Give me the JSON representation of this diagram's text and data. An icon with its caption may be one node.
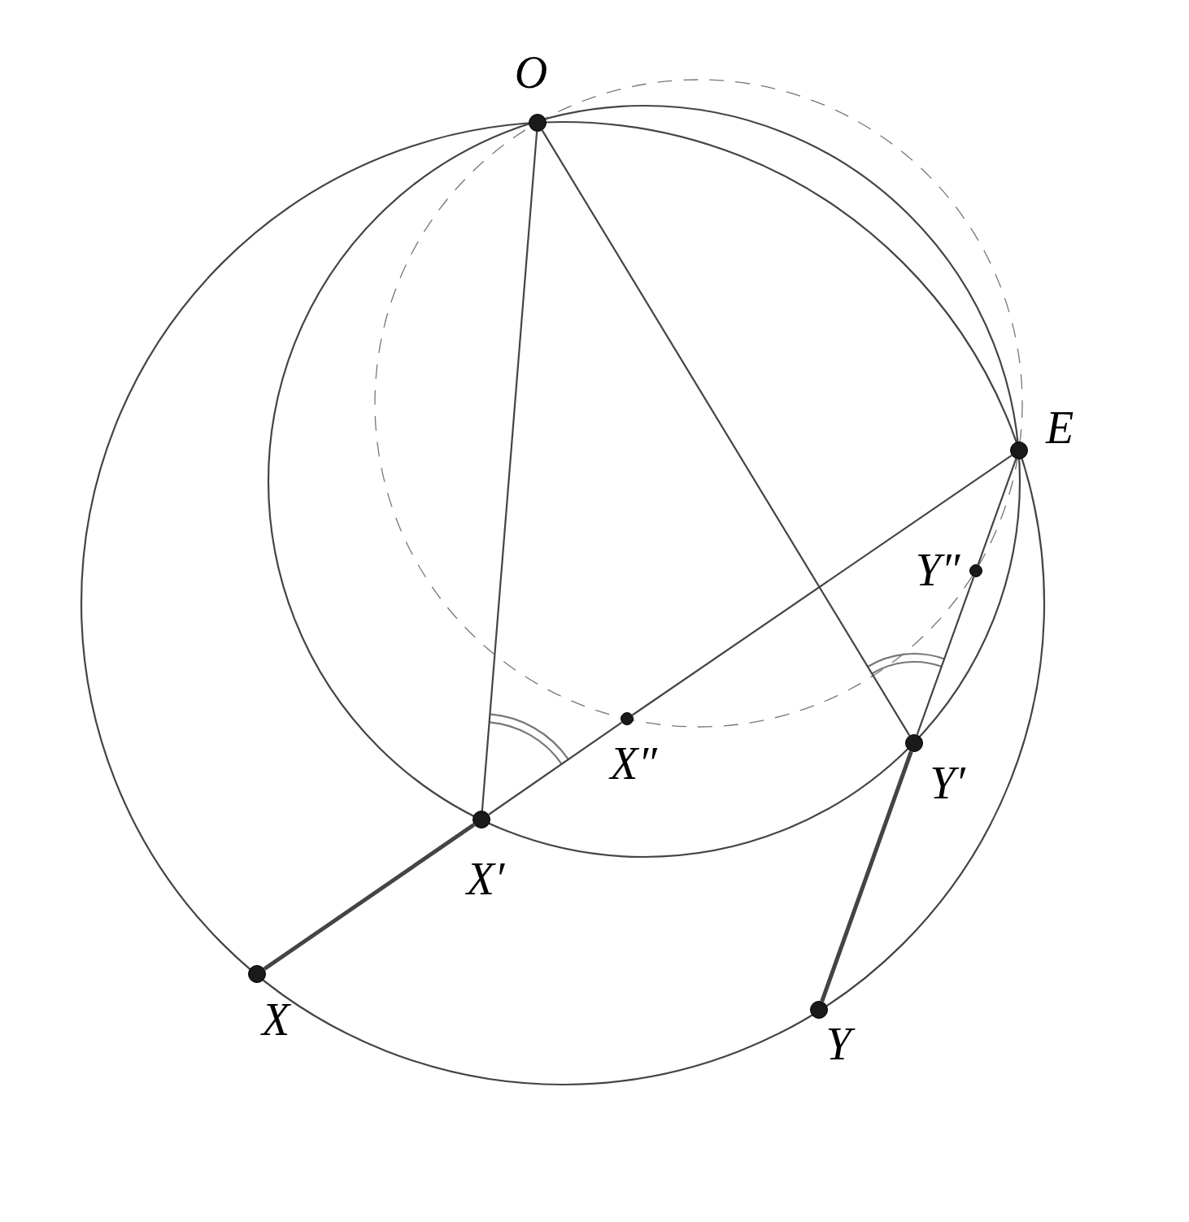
{
  "diagram": {
    "nodes": [
      {
        "text": [
          "O"
        ]
      },
      {
        "text": [
          "E"
        ]
      },
      {
        "text": [
          "Y″"
        ]
      },
      {
        "text": [
          "X″"
        ]
      },
      {
        "text": [
          "Y′"
        ]
      },
      {
        "text": [
          "X′"
        ]
      },
      {
        "text": [
          "X"
        ]
      },
      {
        "text": [
          "Y"
        ]
      }
    ],
    "edges": [
      {
        "from": 0,
        "to": 5,
        "arrow": "none"
      },
      {
        "from": 0,
        "to": 4,
        "arrow": "none"
      },
      {
        "from": 6,
        "to": 5,
        "arrow": "none",
        "style": "thick"
      },
      {
        "from": 5,
        "to": 3,
        "arrow": "none"
      },
      {
        "from": 3,
        "to": 1,
        "arrow": "none"
      },
      {
        "from": 1,
        "to": 2,
        "arrow": "none"
      },
      {
        "from": 2,
        "to": 4,
        "arrow": "none"
      },
      {
        "from": 4,
        "to": 7,
        "arrow": "none",
        "style": "thick"
      }
    ]
  }
}
